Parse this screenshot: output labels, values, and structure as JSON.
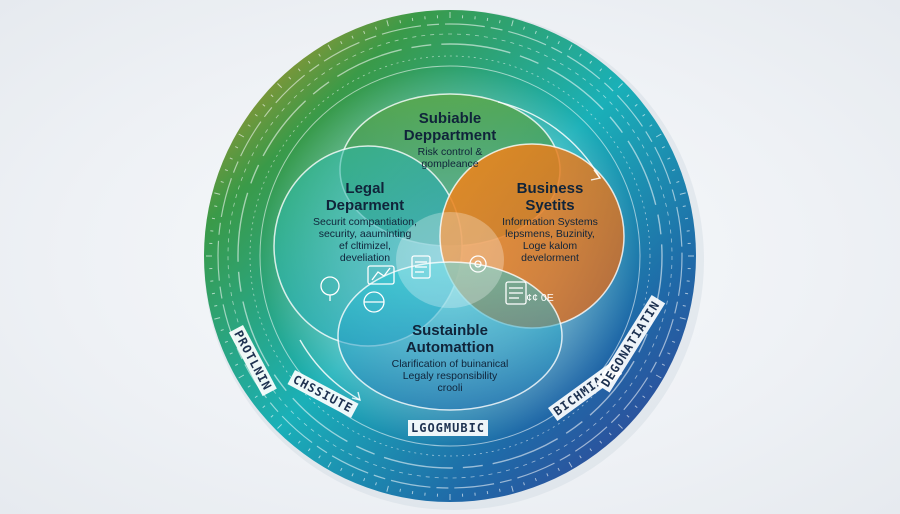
{
  "top": {
    "title_line1": "Subiable",
    "title_line2": "Deppartment",
    "body_line1": "Risk control   &",
    "body_line2": "gompleance"
  },
  "left": {
    "title_line1": "Legal",
    "title_line2": "Deparment",
    "body_line1": "Securit compantiation,",
    "body_line2": "security, aauminting",
    "body_line3": "ef cltimizel,",
    "body_line4": "develiation"
  },
  "right": {
    "title_line1": "Business",
    "title_line2": "Syetits",
    "body_line1": "Information Systems",
    "body_line2": "lepsmens, Buzinity,",
    "body_line3": "Loge kalom",
    "body_line4": "develorment"
  },
  "bottom": {
    "title_line1": "Sustainble",
    "title_line2": "Automattion",
    "body_line1": "Clarification of buinanical",
    "body_line2": "Legaly responsibility",
    "body_line3": "crooli"
  },
  "center_small_text": "¢¢ 0E",
  "ring_labels": {
    "left": "PROTLNIN",
    "bottom_left": "CHSSIUTE",
    "bottom": "LGOGMUBIC",
    "bottom_right": "BICHMIALI",
    "right": "DEGONATIATIN"
  },
  "colors": {
    "orange": "#e67e1e",
    "green": "#2f9a52",
    "teal": "#1fb2c2",
    "blue": "#235c9c",
    "purple": "#403d98"
  }
}
